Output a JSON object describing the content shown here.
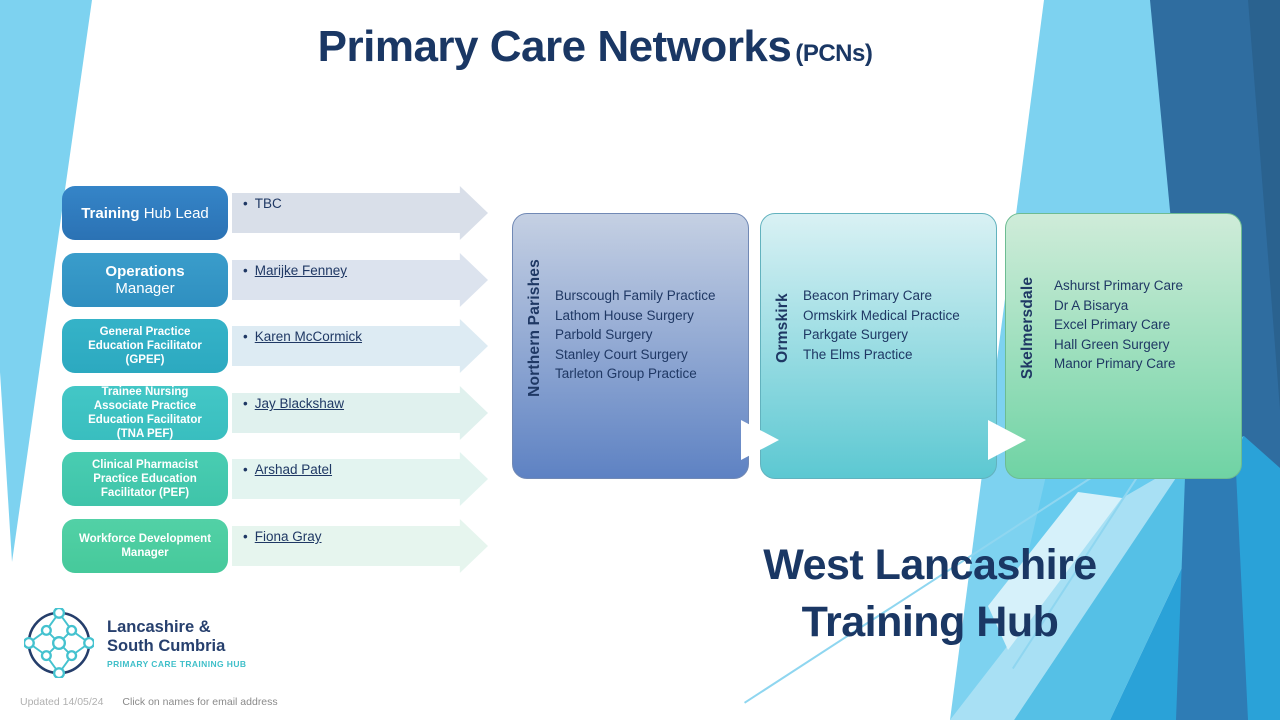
{
  "title": {
    "main": "Primary Care Networks",
    "suffix": "(PCNs)"
  },
  "bullet": "•",
  "roles": [
    {
      "title_strong": "Training",
      "title_normal": " Hub Lead",
      "person": "TBC",
      "box_top": "#3585C8",
      "box_bottom": "#2B72B4",
      "arrow_color": "#D9DFE9"
    },
    {
      "title_strong": "Operations",
      "title_normal": " Manager",
      "person": "Marijke Fenney",
      "box_top": "#3A9DCB",
      "box_bottom": "#2F8FC0",
      "arrow_color": "#DCE3EE"
    },
    {
      "title_strong": "General Practice Education Facilitator (GPEF)",
      "title_normal": "",
      "person": "Karen McCormick",
      "box_top": "#35B3C8",
      "box_bottom": "#2CA9C0",
      "arrow_color": "#DDEBF3"
    },
    {
      "title_strong": "Trainee Nursing Associate Practice Education Facilitator (TNA PEF)",
      "title_normal": "",
      "person": "Jay Blackshaw",
      "box_top": "#43C7C6",
      "box_bottom": "#39BEBF",
      "arrow_color": "#E0F1EE"
    },
    {
      "title_strong": "Clinical Pharmacist Practice Education Facilitator (PEF)",
      "title_normal": "",
      "person": "Arshad Patel",
      "box_top": "#49CDB2",
      "box_bottom": "#3FC4A9",
      "arrow_color": "#E3F4F0"
    },
    {
      "title_strong": "Workforce Development Manager",
      "title_normal": "",
      "person": "Fiona Gray",
      "box_top": "#52D1A6",
      "box_bottom": "#46C99B",
      "arrow_color": "#E6F5EE"
    }
  ],
  "pcns": [
    {
      "label": "Northern Parishes",
      "practices": [
        "Burscough Family Practice",
        "Lathom House Surgery",
        "Parbold Surgery",
        "Stanley Court Surgery",
        "Tarleton Group Practice"
      ],
      "grad_top": "#C5D0E3",
      "grad_bottom": "#5E82C3",
      "border_color": "#7189B5"
    },
    {
      "label": "Ormskirk",
      "practices": [
        "Beacon Primary Care",
        "Ormskirk Medical Practice",
        "Parkgate Surgery",
        "The Elms Practice"
      ],
      "grad_top": "#D9F1F4",
      "grad_bottom": "#5CC8D2",
      "border_color": "#62B2BE"
    },
    {
      "label": "Skelmersdale",
      "practices": [
        "Ashurst Primary Care",
        "Dr A Bisarya",
        "Excel Primary Care",
        "Hall Green Surgery",
        "Manor Primary Care"
      ],
      "grad_top": "#CFECD9",
      "grad_bottom": "#6FD3A4",
      "border_color": "#6DBC92"
    }
  ],
  "subtitle": {
    "line1": "West Lancashire",
    "line2": "Training Hub"
  },
  "logo": {
    "line1": "Lancashire &",
    "line2": "South Cumbria",
    "tagline": "PRIMARY CARE TRAINING HUB"
  },
  "footer": {
    "updated": "Updated 14/05/24",
    "note": "Click on names for email address"
  },
  "icons": {
    "chevron-right": "white right-pointing triangle between PCN panels",
    "role-arrow": "light pentagon arrow pointing right",
    "logo-network": "circular molecule network of teal nodes inside navy ring"
  },
  "palette": {
    "navy_text": "#1F3864",
    "sky_blue": "#7DD2F0",
    "dark_band_blue": "#2F6DA0",
    "medium_blue": "#2AA2D8",
    "teal_logo": "#3FBFC9",
    "white": "#FFFFFF"
  }
}
